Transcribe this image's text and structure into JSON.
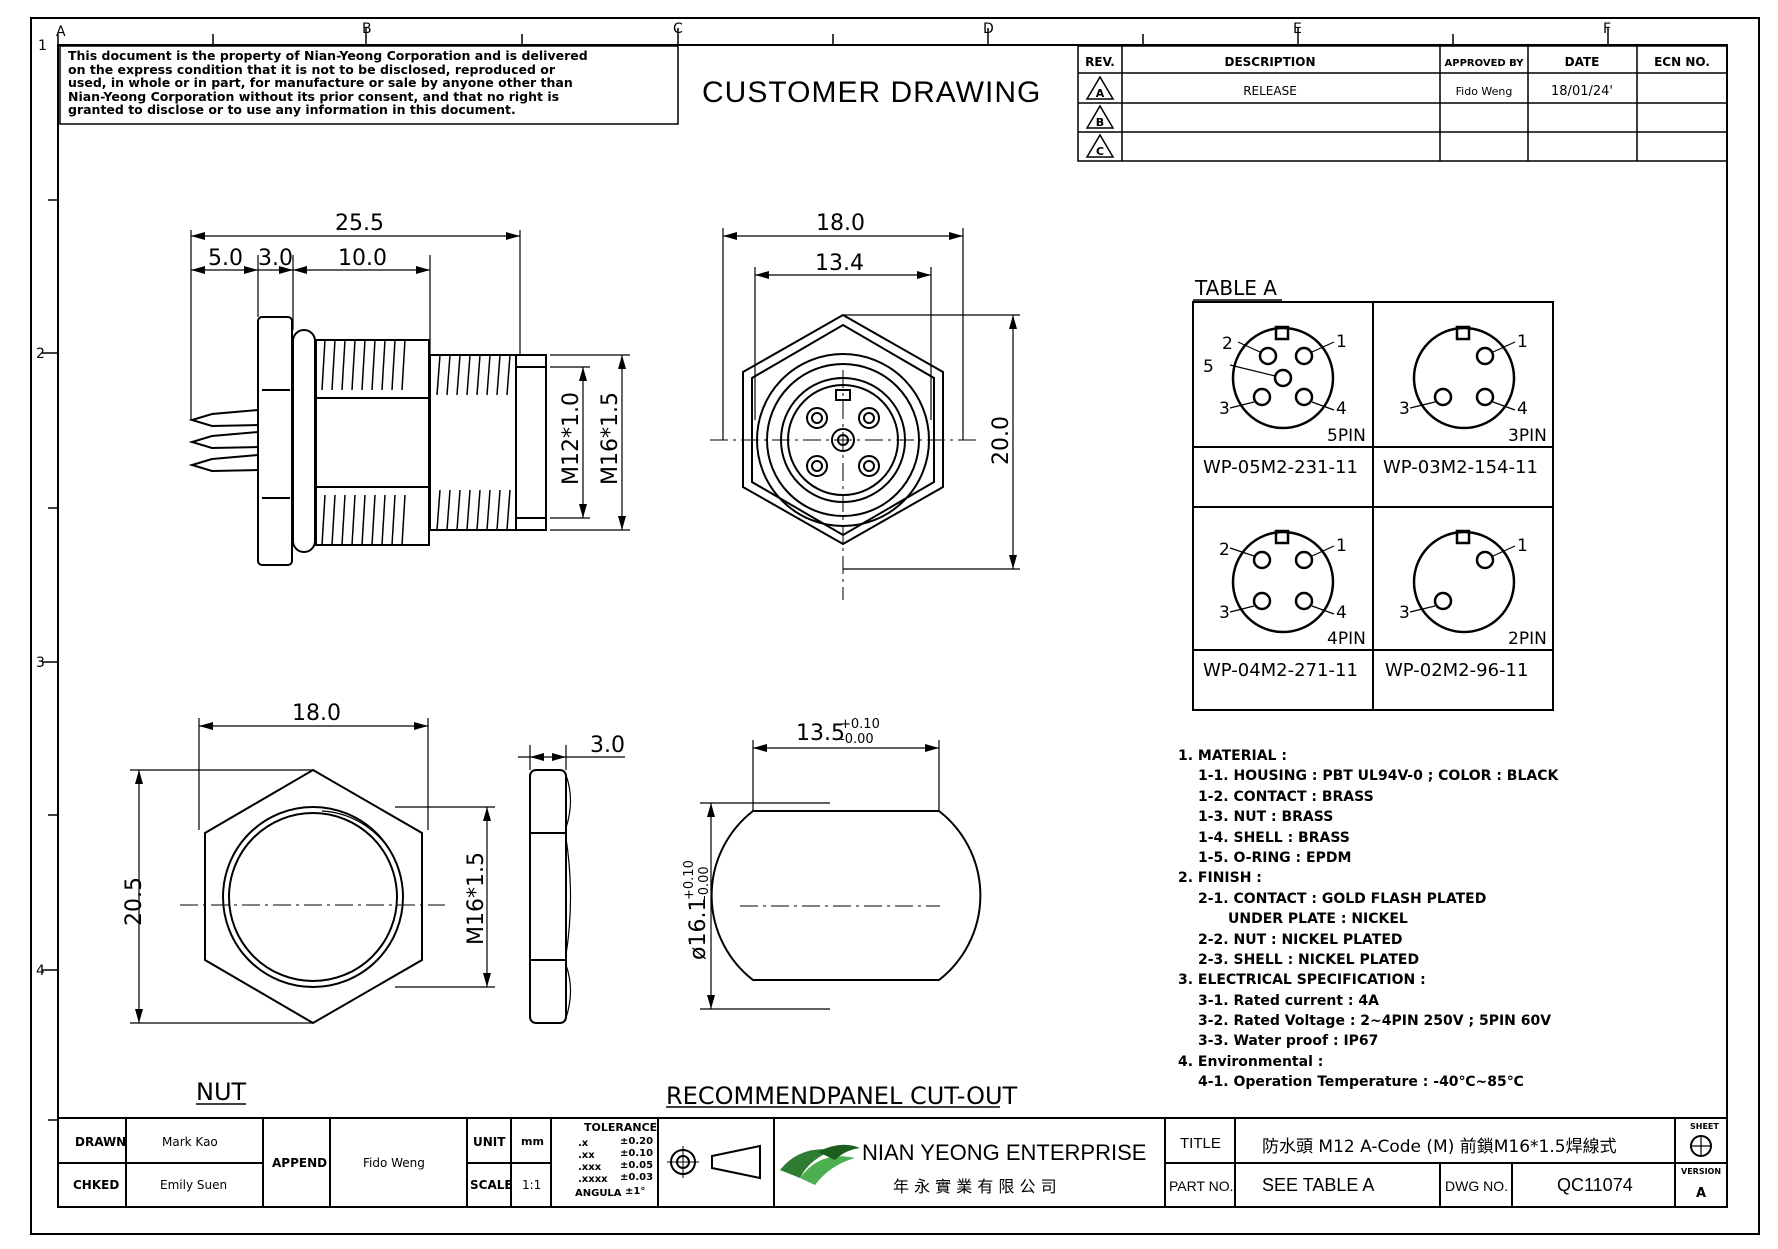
{
  "notice_lines": [
    "This document is the property of Nian-Yeong Corporation and is delivered",
    "on  the  express condition that it is not to be disclosed, reproduced or",
    "used, in whole or in part, for manufacture or sale by anyone other than",
    "Nian-Yeong Corporation without  its prior consent, and that  no right  is",
    "granted to disclose or to use any information in this  document."
  ],
  "drawing_title": "CUSTOMER  DRAWING",
  "grid": {
    "columns": [
      "A",
      "B",
      "C",
      "D",
      "E",
      "F"
    ],
    "rows": [
      "1",
      "2",
      "3",
      "4"
    ]
  },
  "revision_table": {
    "headers": {
      "rev": "REV.",
      "description": "DESCRIPTION",
      "approved": "APPROVED BY",
      "date": "DATE",
      "ecn": "ECN NO."
    },
    "rows": [
      {
        "rev": "A",
        "description": "RELEASE",
        "approved": "Fido Weng",
        "date": "18/01/24'",
        "ecn": ""
      },
      {
        "rev": "B",
        "description": "",
        "approved": "",
        "date": "",
        "ecn": ""
      },
      {
        "rev": "C",
        "description": "",
        "approved": "",
        "date": "",
        "ecn": ""
      }
    ]
  },
  "side_view_dims": {
    "overall": "25.5",
    "a": "5.0",
    "b": "3.0",
    "c": "10.0",
    "thread1": "M12*1.0",
    "thread2": "M16*1.5"
  },
  "front_view_dims": {
    "width": "18.0",
    "inner": "13.4",
    "height": "20.0"
  },
  "nut_view": {
    "width": "18.0",
    "height": "20.5",
    "thread": "M16*1.5",
    "thickness": "3.0",
    "label": "NUT"
  },
  "cutout_view": {
    "width": "13.5",
    "width_tol_plus": "+0.10",
    "width_tol_minus": "-0.00",
    "dia": "ø16.1",
    "dia_tol_plus": "+0.10",
    "dia_tol_minus": "-0.00",
    "label": "RECOMMENDPANEL CUT-OUT"
  },
  "table_a": {
    "title": "TABLE  A",
    "cells": [
      {
        "pins": "5PIN",
        "part": "WP-05M2-231-11",
        "labels": [
          "1",
          "2",
          "3",
          "4",
          "5"
        ]
      },
      {
        "pins": "3PIN",
        "part": "WP-03M2-154-11",
        "labels": [
          "1",
          "3",
          "4"
        ]
      },
      {
        "pins": "4PIN",
        "part": "WP-04M2-271-11",
        "labels": [
          "1",
          "2",
          "3",
          "4"
        ]
      },
      {
        "pins": "2PIN",
        "part": "WP-02M2-96-11",
        "labels": [
          "1",
          "3"
        ]
      }
    ]
  },
  "spec_lines": [
    "1. MATERIAL :",
    "   1-1. HOUSING : PBT UL94V-0 ; COLOR : BLACK",
    "   1-2. CONTACT : BRASS",
    "   1-3. NUT : BRASS",
    "   1-4. SHELL : BRASS",
    "   1-5. O-RING : EPDM",
    "2. FINISH :",
    "   2-1. CONTACT : GOLD FLASH PLATED",
    "           UNDER PLATE : NICKEL",
    "   2-2. NUT : NICKEL PLATED",
    "   2-3. SHELL : NICKEL PLATED",
    "3. ELECTRICAL SPECIFICATION :",
    "   3-1. Rated current : 4A",
    "   3-2. Rated Voltage : 2~4PIN 250V ; 5PIN 60V",
    "   3-3. Water proof : IP67",
    "4. Environmental :",
    "   4-1. Operation Temperature : -40℃~85℃"
  ],
  "title_block": {
    "drawn_label": "DRAWN",
    "drawn": "Mark Kao",
    "chkd_label": "CHKED",
    "chkd": "Emily Suen",
    "append_label": "APPEND",
    "append": "Fido Weng",
    "unit_label": "UNIT",
    "unit": "mm",
    "scale_label": "SCALE",
    "scale": "1:1",
    "tolerance_title": "TOLERANCE",
    "tolerances": [
      [
        ".x",
        "±0.20"
      ],
      [
        ".xx",
        "±0.10"
      ],
      [
        ".xxx",
        "±0.05"
      ],
      [
        ".xxxx",
        "±0.03"
      ],
      [
        "ANGULA",
        "±1°"
      ]
    ],
    "company_en": "NIAN YEONG ENTERPRISE",
    "company_zh": "年 永 實 業 有 限 公 司",
    "title_label": "TITLE",
    "title_value": "防水頭  M12  A-Code  (M)  前鎖M16*1.5焊線式",
    "part_label": "PART NO.",
    "part_value": "SEE  TABLE  A",
    "dwg_label": "DWG NO.",
    "dwg_value": "QC11074",
    "sheet_label": "SHEET",
    "version_label": "VERSION",
    "version_value": "A"
  },
  "colors": {
    "ink": "#000000",
    "logo_green": "#2e7d32"
  }
}
